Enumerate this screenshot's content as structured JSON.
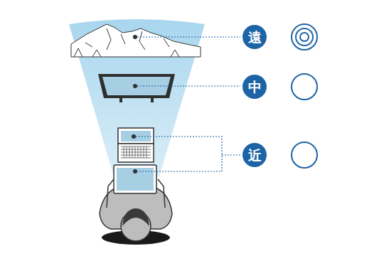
{
  "diagram": {
    "nodes": [
      {
        "text": [
          "遠"
        ]
      },
      {
        "text": [
          "中"
        ]
      },
      {
        "text": [
          "近"
        ]
      }
    ]
  }
}
